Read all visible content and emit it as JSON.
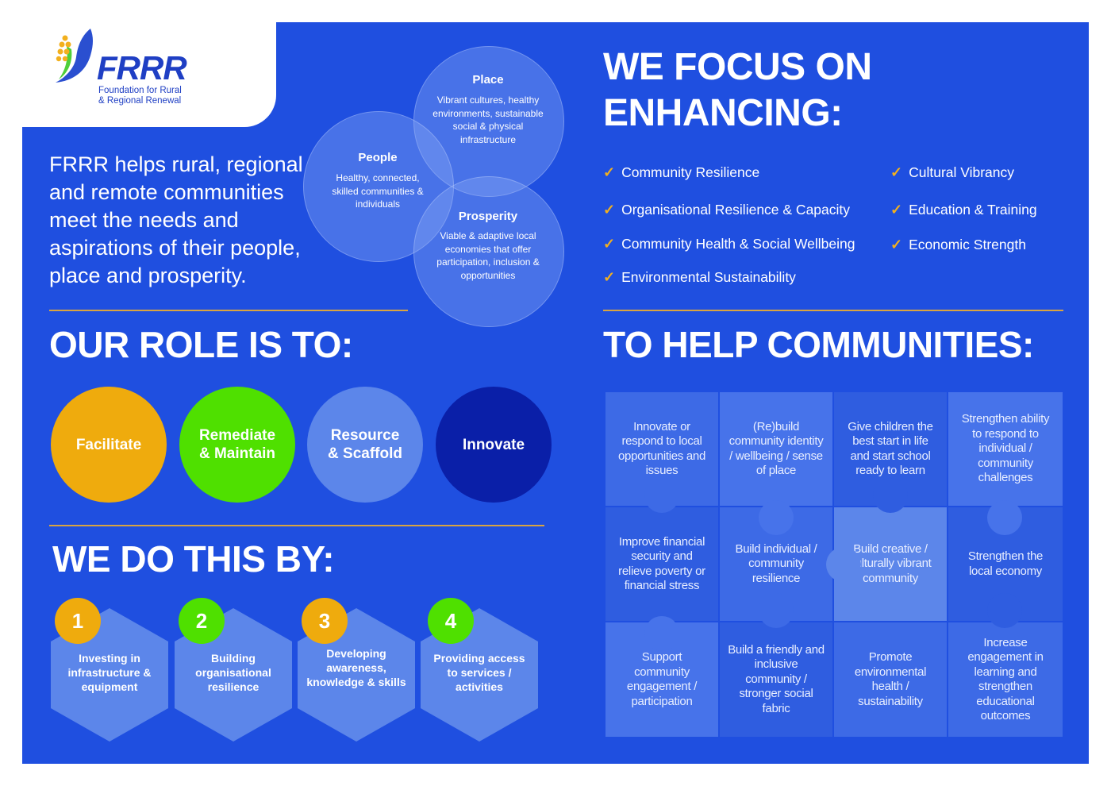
{
  "logo": {
    "name": "FRRR",
    "subtitle_line1": "Foundation for Rural",
    "subtitle_line2": "& Regional Renewal"
  },
  "intro": "FRRR helps rural, regional and remote communities meet the needs and aspirations of their people, place and prosperity.",
  "venn": {
    "place": {
      "title": "Place",
      "body": "Vibrant cultures, healthy environments, sustainable social & physical infrastructure"
    },
    "people": {
      "title": "People",
      "body": "Healthy, connected, skilled communities & individuals"
    },
    "prosperity": {
      "title": "Prosperity",
      "body": "Viable & adaptive local economies that offer participation, inclusion & opportunities"
    }
  },
  "role": {
    "heading": "OUR ROLE IS TO:",
    "items": [
      "Facilitate",
      "Remediate & Maintain",
      "Resource & Scaffold",
      "Innovate"
    ]
  },
  "methods": {
    "heading": "WE DO THIS BY:",
    "items": [
      {
        "num": "1",
        "label": "Investing in infrastructure & equipment"
      },
      {
        "num": "2",
        "label": "Building organisational resilience"
      },
      {
        "num": "3",
        "label": "Developing awareness, knowledge & skills"
      },
      {
        "num": "4",
        "label": "Providing access to services / activities"
      }
    ]
  },
  "focus": {
    "heading_line1": "WE FOCUS ON",
    "heading_line2": "ENHANCING:",
    "left": [
      "Community Resilience",
      "Organisational Resilience & Capacity",
      "Community Health & Social Wellbeing",
      "Environmental Sustainability"
    ],
    "right": [
      "Cultural Vibrancy",
      "Education & Training",
      "Economic Strength"
    ]
  },
  "help": {
    "heading": "TO HELP COMMUNITIES:",
    "cells": [
      "Innovate or respond to local opportunities and issues",
      "(Re)build community identity / wellbeing / sense of place",
      "Give children the best start in life and start school ready to learn",
      "Strengthen ability to respond to individual / community challenges",
      "Improve financial security and relieve poverty or financial stress",
      "Build individual / community resilience",
      "Build creative / culturally vibrant community",
      "Strengthen the local economy",
      "Support community engagement / participation",
      "Build a friendly and inclusive community / stronger social fabric",
      "Promote environmental health / sustainability",
      "Increase engagement in learning and strengthen educational outcomes"
    ]
  },
  "colors": {
    "background": "#1f4fe0",
    "accent_gold": "#f2b01e",
    "accent_green": "#4fe000",
    "dark_navy": "#0a1fa8",
    "light_blue": "#5c86ea"
  },
  "icons": {
    "check": "checkmark-icon",
    "logo": "frrr-wheat-leaf-logo"
  }
}
